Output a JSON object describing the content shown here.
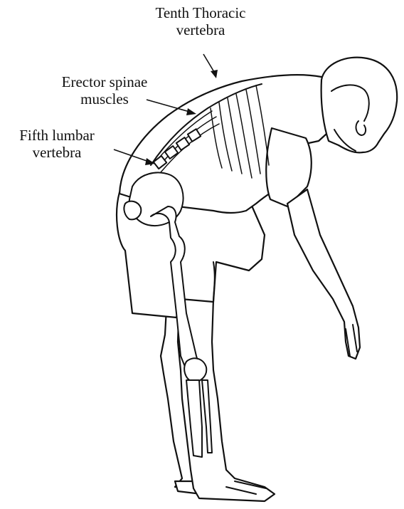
{
  "labels": {
    "tenth_thoracic": [
      "Tenth Thoracic",
      "vertebra"
    ],
    "erector_spinae": [
      "Erector spinae",
      "muscles"
    ],
    "fifth_lumbar": [
      "Fifth lumbar",
      "vertebra"
    ]
  },
  "colors": {
    "ink": "#111111",
    "background": "#ffffff"
  }
}
